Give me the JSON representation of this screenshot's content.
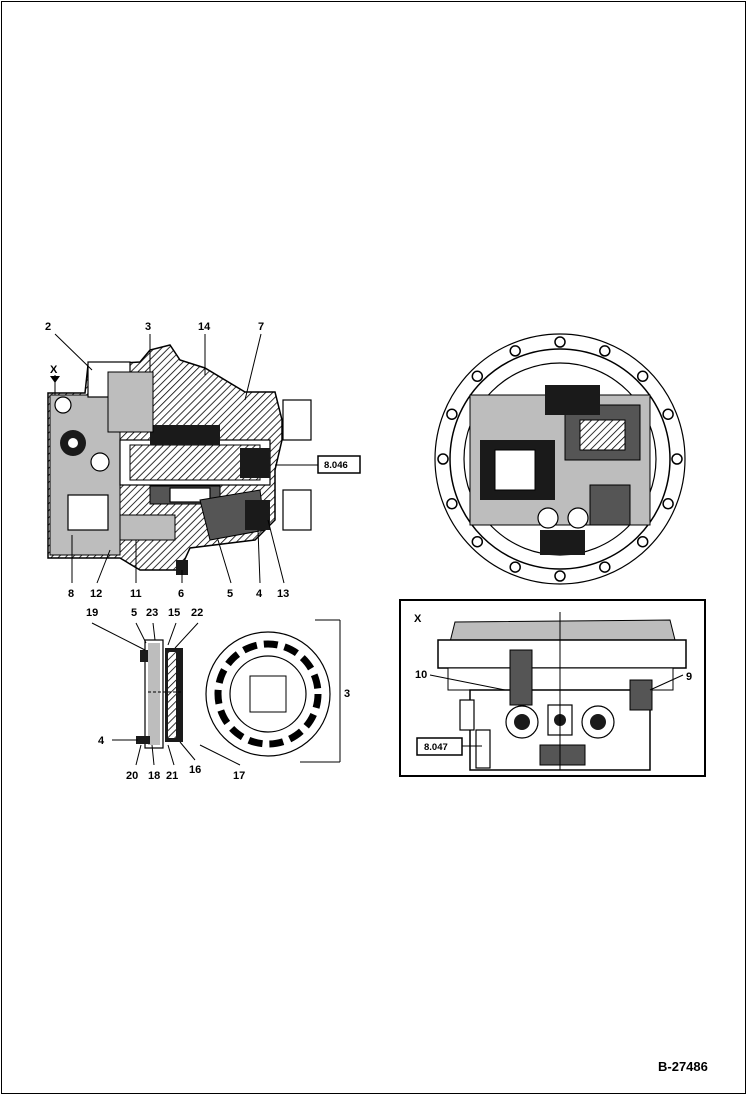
{
  "document_number": "B-27486",
  "view_marker": "X",
  "reference_boxes": {
    "section_ref": "8.046",
    "view_x_ref": "8.047"
  },
  "section_view_callouts": {
    "top": [
      "2",
      "3",
      "14",
      "7"
    ],
    "side_x": "X",
    "bottom": [
      "8",
      "12",
      "11",
      "6",
      "5",
      "4",
      "13"
    ]
  },
  "detail_callouts": {
    "top": [
      "19",
      "5",
      "23",
      "15",
      "22"
    ],
    "left": "4",
    "bottom": [
      "20",
      "18",
      "21",
      "16",
      "17"
    ],
    "ring": "3"
  },
  "view_x_callouts": {
    "left": "10",
    "right": "9"
  },
  "colors": {
    "ink": "#000000",
    "paper": "#ffffff"
  }
}
